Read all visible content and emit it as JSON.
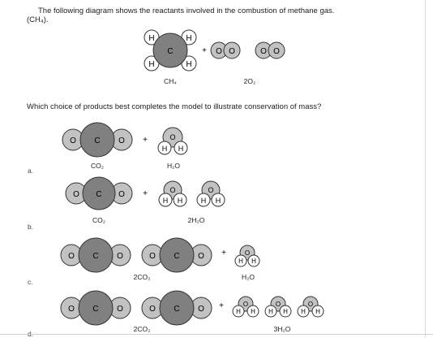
{
  "intro": {
    "line1": "The following diagram shows the reactants involved in the combustion of methane gas.",
    "line2": "(CH₄)."
  },
  "reactants": {
    "ch4_label": "CH₄",
    "o2_label": "2O₂",
    "plus": "+"
  },
  "question": "Which choice of products best completes the model to illustrate conservation of mass?",
  "atoms": {
    "C": "C",
    "O": "O",
    "H": "H"
  },
  "options": [
    {
      "letter": "a.",
      "left_label": "CO₂",
      "right_label": "H₂O",
      "plus": "+"
    },
    {
      "letter": "b.",
      "left_label": "CO₂",
      "right_label": "2H₂O",
      "plus": "+"
    },
    {
      "letter": "c.",
      "left_label": "2CO₂",
      "right_label": "H₂O",
      "plus": "+"
    },
    {
      "letter": "d.",
      "left_label": "2CO₂",
      "right_label": "3H₂O",
      "plus": "+"
    }
  ],
  "colors": {
    "carbon": "#808080",
    "oxygen": "#c2c2c2",
    "hydrogen": "#ffffff",
    "stroke": "#333333"
  }
}
